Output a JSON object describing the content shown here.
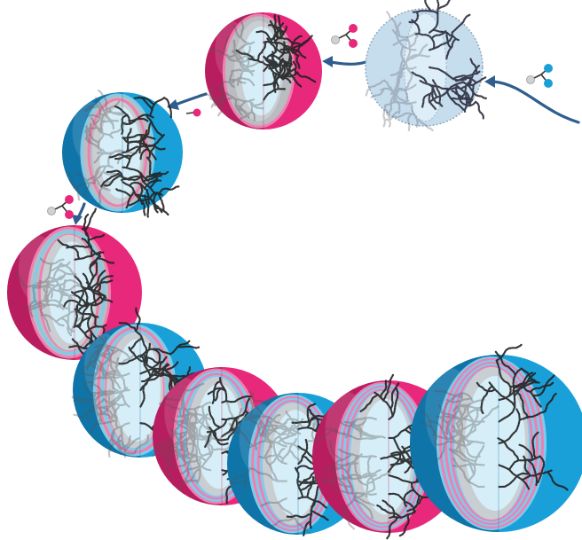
{
  "colors": {
    "pink": "#e8287a",
    "pink_dark": "#b81e5f",
    "pink_light": "#f07fb0",
    "blue": "#1aa0d8",
    "blue_dark": "#0f74a8",
    "blue_light": "#7fcbec",
    "core": "#d6eef8",
    "core_gray": "#c9ced3",
    "polymer": "#222222",
    "arrow": "#2f5e8e",
    "seed": "#c4dcee"
  },
  "sequence": [
    {
      "label": "seed-nanoparticle",
      "shell_layers": []
    },
    {
      "label": "layer-1",
      "shell_layers": [
        "pink"
      ]
    },
    {
      "label": "layer-2",
      "shell_layers": [
        "pink",
        "blue"
      ]
    },
    {
      "label": "layer-3",
      "shell_layers": [
        "pink",
        "blue",
        "pink"
      ]
    },
    {
      "label": "layer-4",
      "shell_layers": [
        "pink",
        "blue",
        "pink",
        "blue"
      ]
    },
    {
      "label": "layer-5",
      "shell_layers": [
        "pink",
        "blue",
        "pink",
        "blue",
        "pink"
      ]
    },
    {
      "label": "layer-6",
      "shell_layers": [
        "pink",
        "blue",
        "pink",
        "blue",
        "pink",
        "blue"
      ]
    },
    {
      "label": "layer-7",
      "shell_layers": [
        "pink",
        "blue",
        "pink",
        "blue",
        "pink",
        "blue",
        "pink"
      ]
    },
    {
      "label": "layer-8",
      "shell_layers": [
        "pink",
        "blue",
        "pink",
        "blue",
        "pink",
        "blue",
        "pink",
        "blue"
      ]
    }
  ],
  "reagents": [
    {
      "name": "blue-monomer-reagent",
      "color": "blue"
    },
    {
      "name": "pink-monomer-reagent",
      "color": "pink"
    },
    {
      "name": "pink-dimer-reagent",
      "color": "pink"
    },
    {
      "name": "pink-dimer-reagent-2",
      "color": "pink"
    }
  ]
}
